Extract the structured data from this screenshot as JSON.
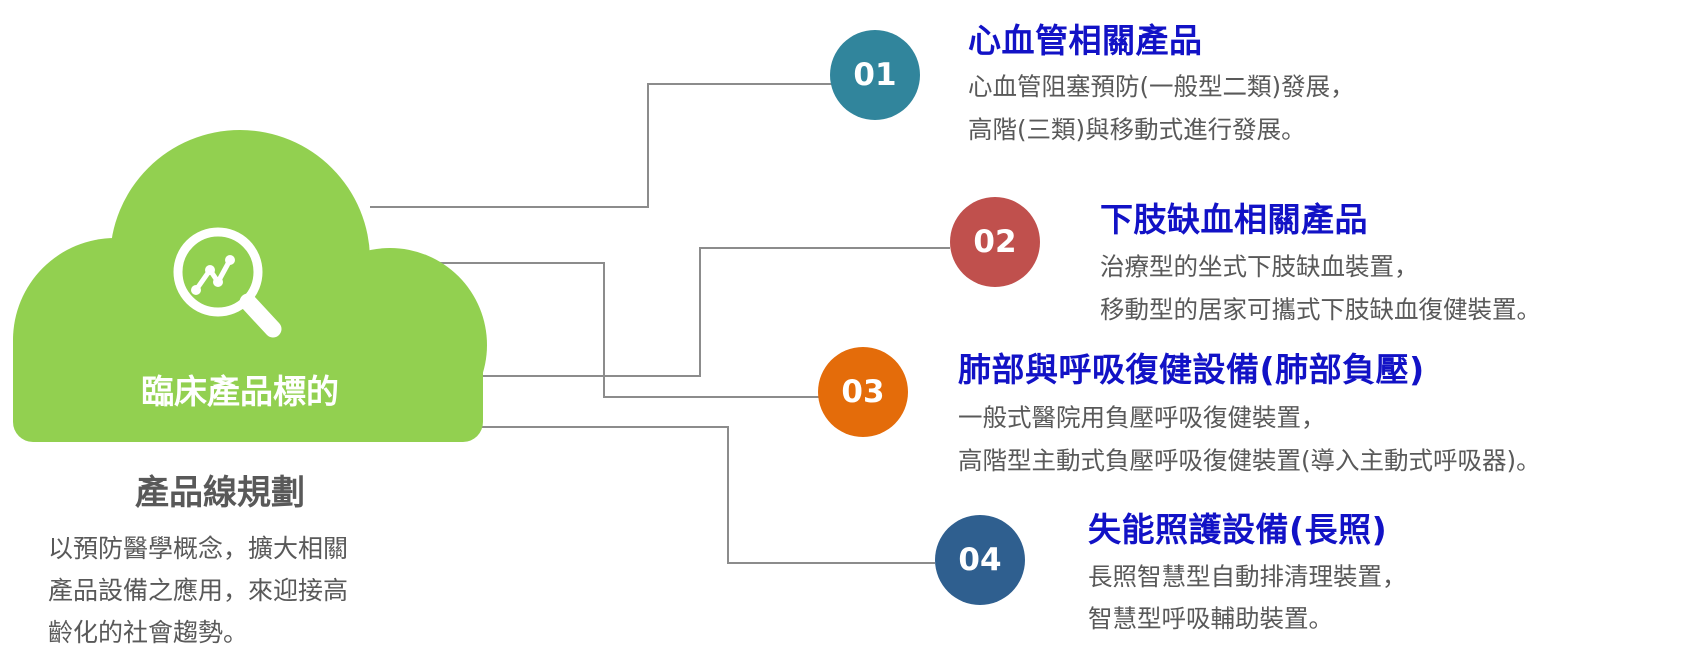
{
  "cloud": {
    "label": "臨床產品標的",
    "color": "#92d050",
    "icon": "magnifier-chart-icon"
  },
  "subtitle": "產品線規劃",
  "description": [
    "以預防醫學概念，擴大相關",
    "產品設備之應用，來迎接高",
    "齡化的社會趨勢。"
  ],
  "items": [
    {
      "number": "01",
      "color": "#31859c",
      "title": "心血管相關產品",
      "lines": [
        "心血管阻塞預防(一般型二類)發展，",
        "高階(三類)與移動式進行發展。"
      ]
    },
    {
      "number": "02",
      "color": "#c0504d",
      "title": "下肢缺血相關產品",
      "lines": [
        "治療型的坐式下肢缺血裝置，",
        "移動型的居家可攜式下肢缺血復健裝置。"
      ]
    },
    {
      "number": "03",
      "color": "#e46c0a",
      "title": "肺部與呼吸復健設備(肺部負壓)",
      "lines": [
        "一般式醫院用負壓呼吸復健裝置，",
        "高階型主動式負壓呼吸復健裝置(導入主動式呼吸器)。"
      ]
    },
    {
      "number": "04",
      "color": "#2f5f8f",
      "title": "失能照護設備(長照)",
      "lines": [
        "長照智慧型自動排清理裝置，",
        "智慧型呼吸輔助裝置。"
      ]
    }
  ]
}
